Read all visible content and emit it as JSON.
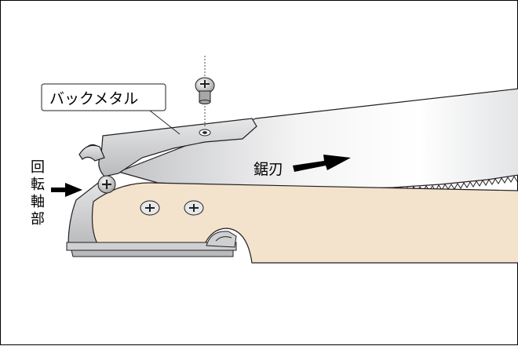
{
  "labels": {
    "back_metal": "バックメタル",
    "blade": "鋸刃",
    "pivot_chars": [
      "回",
      "転",
      "軸",
      "部"
    ]
  },
  "colors": {
    "handle": "#f3e3cd",
    "blade_dark": "#c7c8ca",
    "blade_light": "#ffffff",
    "metal": "#cfd0d2",
    "outline": "#231f20",
    "arrow": "#000000"
  },
  "icons": [
    "phillips-screw-icon",
    "arrow-right-icon"
  ]
}
